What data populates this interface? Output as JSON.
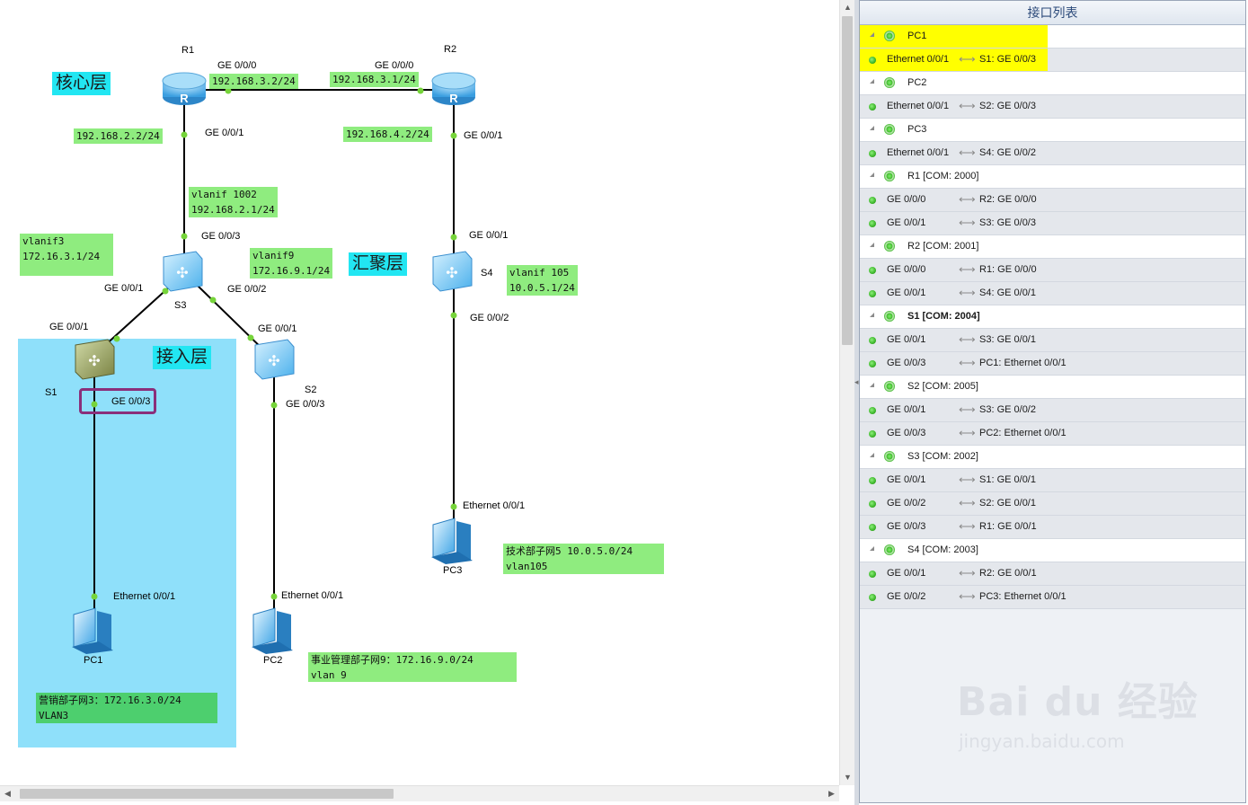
{
  "topology": {
    "layers": {
      "core": "核心层",
      "aggregation": "汇聚层",
      "access": "接入层"
    },
    "devices": {
      "r1": "R1",
      "r2": "R2",
      "s1": "S1",
      "s2": "S2",
      "s3": "S3",
      "s4": "S4",
      "pc1": "PC1",
      "pc2": "PC2",
      "pc3": "PC3"
    },
    "ports": {
      "r1_ge000": "GE 0/0/0",
      "r2_ge000": "GE 0/0/0",
      "r1_ge001": "GE 0/0/1",
      "r2_ge001": "GE 0/0/1",
      "s3_ge003": "GE 0/0/3",
      "s3_ge001": "GE 0/0/1",
      "s3_ge002": "GE 0/0/2",
      "s4_ge001": "GE 0/0/1",
      "s4_ge002": "GE 0/0/2",
      "s1_ge001": "GE 0/0/1",
      "s1_ge003": "GE 0/0/3",
      "s2_ge001": "GE 0/0/1",
      "s2_ge003": "GE 0/0/3",
      "pc1_eth": "Ethernet 0/0/1",
      "pc2_eth": "Ethernet 0/0/1",
      "pc3_eth": "Ethernet 0/0/1"
    },
    "notes": {
      "r1_ip": "192.168.3.2/24",
      "r2_ip": "192.168.3.1/24",
      "r1_ge001_ip": "192.168.2.2/24",
      "r2_ge001_ip": "192.168.4.2/24",
      "vlanif1002": "vlanif 1002\n192.168.2.1/24",
      "vlanif3": "vlanif3\n172.16.3.1/24",
      "vlanif9": "vlanif9\n172.16.9.1/24",
      "vlanif105": "vlanif 105\n10.0.5.1/24",
      "tech_subnet": "技术部子网5 10.0.5.0/24\nvlan105",
      "biz_subnet": "事业管理部子网9：172.16.9.0/24\nvlan 9",
      "sales_subnet": "营销部子网3：172.16.3.0/24\nVLAN3"
    }
  },
  "panel": {
    "title": "接口列表",
    "rows": [
      {
        "type": "device",
        "label": "PC1"
      },
      {
        "type": "link",
        "local": "Ethernet 0/0/1",
        "remote": "S1: GE 0/0/3"
      },
      {
        "type": "device",
        "label": "PC2"
      },
      {
        "type": "link",
        "local": "Ethernet 0/0/1",
        "remote": "S2: GE 0/0/3"
      },
      {
        "type": "device",
        "label": "PC3"
      },
      {
        "type": "link",
        "local": "Ethernet 0/0/1",
        "remote": "S4: GE 0/0/2"
      },
      {
        "type": "device",
        "label": "R1 [COM: 2000]"
      },
      {
        "type": "link",
        "local": "GE 0/0/0",
        "remote": "R2: GE 0/0/0"
      },
      {
        "type": "link",
        "local": "GE 0/0/1",
        "remote": "S3: GE 0/0/3"
      },
      {
        "type": "device",
        "label": "R2 [COM: 2001]"
      },
      {
        "type": "link",
        "local": "GE 0/0/0",
        "remote": "R1: GE 0/0/0"
      },
      {
        "type": "link",
        "local": "GE 0/0/1",
        "remote": "S4: GE 0/0/1"
      },
      {
        "type": "device",
        "label": "S1 [COM: 2004]",
        "bold": true
      },
      {
        "type": "link",
        "local": "GE 0/0/1",
        "remote": "S3: GE 0/0/1"
      },
      {
        "type": "link",
        "local": "GE 0/0/3",
        "remote": "PC1: Ethernet 0/0/1"
      },
      {
        "type": "device",
        "label": "S2 [COM: 2005]"
      },
      {
        "type": "link",
        "local": "GE 0/0/1",
        "remote": "S3: GE 0/0/2"
      },
      {
        "type": "link",
        "local": "GE 0/0/3",
        "remote": "PC2: Ethernet 0/0/1"
      },
      {
        "type": "device",
        "label": "S3 [COM: 2002]"
      },
      {
        "type": "link",
        "local": "GE 0/0/1",
        "remote": "S1: GE 0/0/1"
      },
      {
        "type": "link",
        "local": "GE 0/0/2",
        "remote": "S2: GE 0/0/1"
      },
      {
        "type": "link",
        "local": "GE 0/0/3",
        "remote": "R1: GE 0/0/1"
      },
      {
        "type": "device",
        "label": "S4 [COM: 2003]"
      },
      {
        "type": "link",
        "local": "GE 0/0/1",
        "remote": "R2: GE 0/0/1"
      },
      {
        "type": "link",
        "local": "GE 0/0/2",
        "remote": "PC3: Ethernet 0/0/1"
      }
    ]
  },
  "watermark": {
    "brand": "Bai du 经验",
    "url": "jingyan.baidu.com"
  },
  "colors": {
    "note_green": "#8fec7f",
    "layer_cyan": "#22e6f2",
    "access_zone": "#8fe0fa",
    "highlight": "#ffff00",
    "port_dot": "#76d43a"
  }
}
